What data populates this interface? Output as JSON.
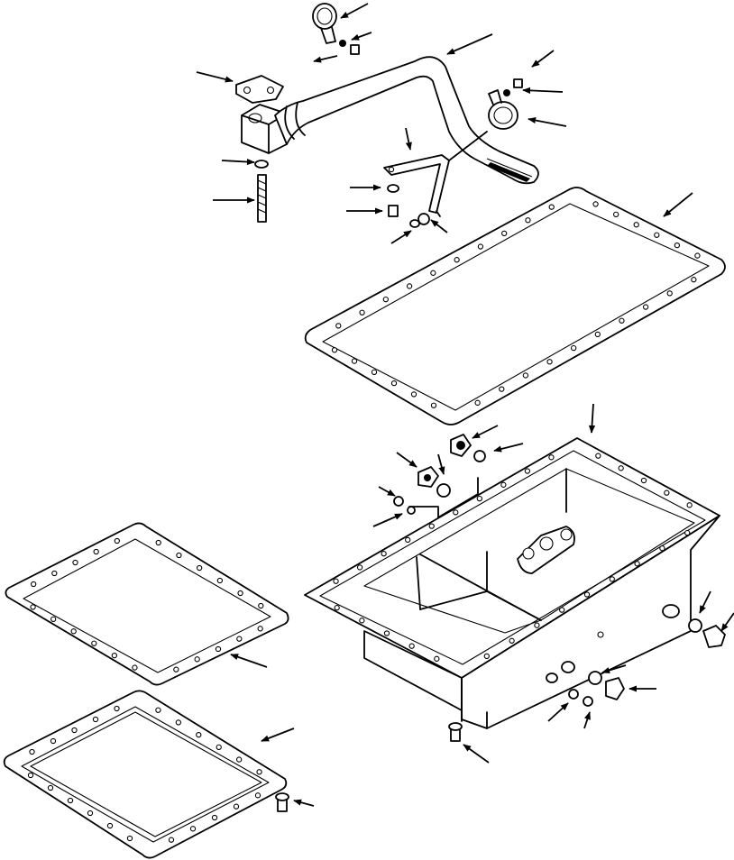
{
  "diagram": {
    "kind": "exploded-parts-view",
    "text_labels": [],
    "colors": {
      "ink": "#000000",
      "paper": "#ffffff"
    },
    "parts": [
      "dipstick-tube",
      "tube-flange",
      "flange-gasket",
      "tube-clamp-upper",
      "tube-clamp-lower",
      "support-bracket",
      "oil-pan-gasket",
      "oil-pan",
      "inspection-cover-gasket",
      "inspection-cover",
      "drain-plug",
      "side-plugs",
      "mounting-bolts"
    ],
    "callout_arrow_count": 35
  }
}
